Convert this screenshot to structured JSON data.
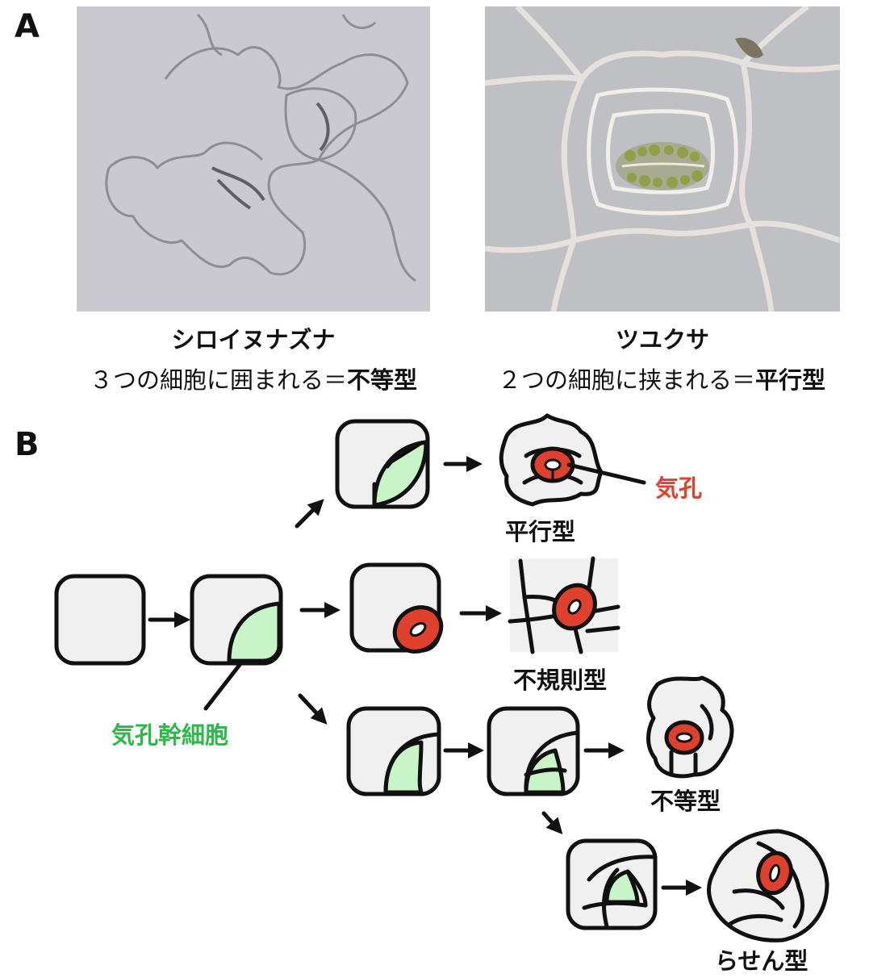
{
  "panel_a": {
    "letter": "A",
    "left": {
      "name": "シロイヌナズナ",
      "desc_prefix": "３つの細胞に囲まれる＝",
      "desc_bold": "不等型"
    },
    "right": {
      "name": "ツユクサ",
      "desc_prefix": "２つの細胞に挟まれる＝",
      "desc_bold": "平行型"
    }
  },
  "panel_b": {
    "letter": "B",
    "labels": {
      "guard_cell": "気孔",
      "stem_cell": "気孔幹細胞",
      "parallel": "平行型",
      "irregular": "不規則型",
      "unequal": "不等型",
      "spiral": "らせん型"
    }
  },
  "colors": {
    "stem_green": "#c8f5c8",
    "guard_red": "#e0412c",
    "cell_fill": "#f0f0f0",
    "outline": "#111111"
  }
}
